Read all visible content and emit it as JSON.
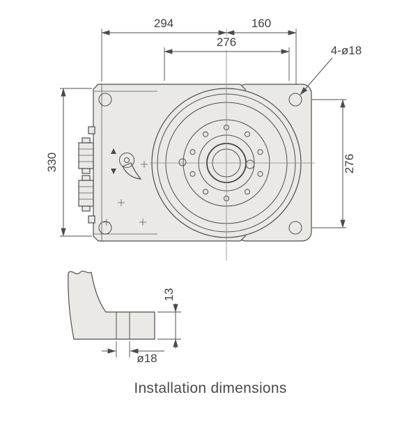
{
  "drawing": {
    "caption": "Installation dimensions",
    "top_view": {
      "dim_overall_left": "294",
      "dim_overall_right": "160",
      "dim_bolt_span": "276",
      "hole_callout": "4-ø18",
      "dim_height_left": "330",
      "dim_height_right": "276"
    },
    "section_view": {
      "dim_flange_thickness": "13",
      "dim_hole_diameter": "ø18"
    },
    "colors": {
      "line": "#4b4b4d",
      "dim_text": "#3f4043",
      "body_fill": "#eae9e5",
      "background": "#ffffff"
    }
  }
}
